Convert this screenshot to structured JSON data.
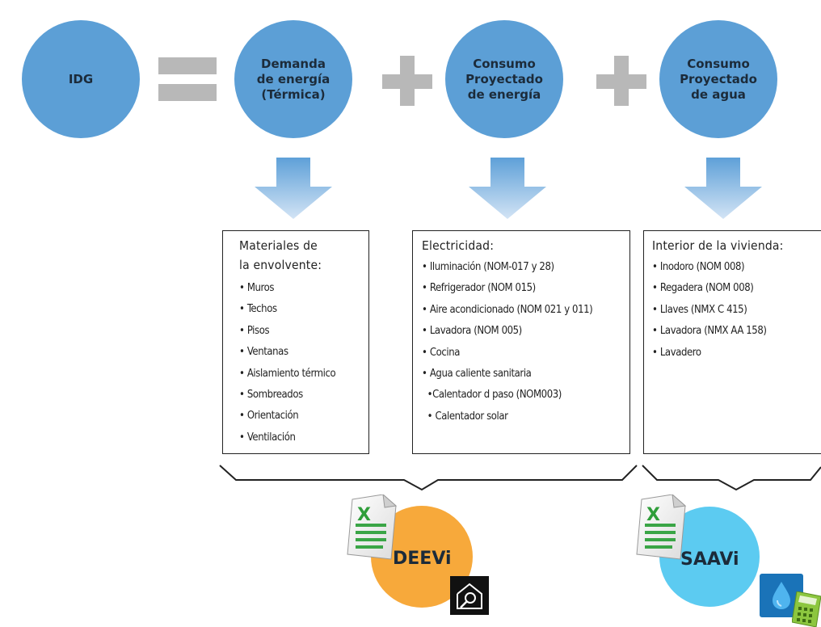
{
  "nodes": {
    "idg": "IDG",
    "demanda": "Demanda\nde energía\n(Térmica)",
    "consumo_energia": "Consumo\nProyectado\nde energía",
    "consumo_agua": "Consumo\nProyectado\nde agua"
  },
  "operators": [
    "=",
    "+",
    "+"
  ],
  "boxes": {
    "materiales": {
      "heading": "Materiales de\nla envolvente:",
      "items": [
        "• Muros",
        "• Techos",
        "• Pisos",
        "• Ventanas",
        "• Aislamiento térmico",
        "• Sombreados",
        "• Orientación",
        "• Ventilación"
      ]
    },
    "electricidad": {
      "heading": "Electricidad:",
      "items": [
        "• Iluminación (NOM-017 y 28)",
        "• Refrigerador (NOM 015)",
        "• Aire acondicionado (NOM 021 y 011)",
        "• Lavadora (NOM 005)",
        "• Cocina",
        "• Agua caliente sanitaria",
        "  •Calentador d paso (NOM003)",
        "  • Calentador solar"
      ]
    },
    "interior": {
      "heading": "Interior de la vivienda:",
      "items": [
        "• Inodoro (NOM 008)",
        "• Regadera (NOM 008)",
        "• Llaves (NMX C 415)",
        "• Lavadora (NMX AA 158)",
        "• Lavadero"
      ]
    }
  },
  "tools": {
    "deevi": "DEEVi",
    "saavi": "SAAVi"
  },
  "colors": {
    "node": "#5c9fd6",
    "operator": "#b8b8b8",
    "arrow_top": "#5ea0d8",
    "arrow_bottom": "#cfe1f4",
    "deevi": "#f7a93b",
    "saavi": "#5ccbf1",
    "excel_green": "#2f9e3a"
  },
  "icons": [
    "excel-file-icon",
    "house-search-icon",
    "water-drop-icon",
    "calculator-icon"
  ]
}
